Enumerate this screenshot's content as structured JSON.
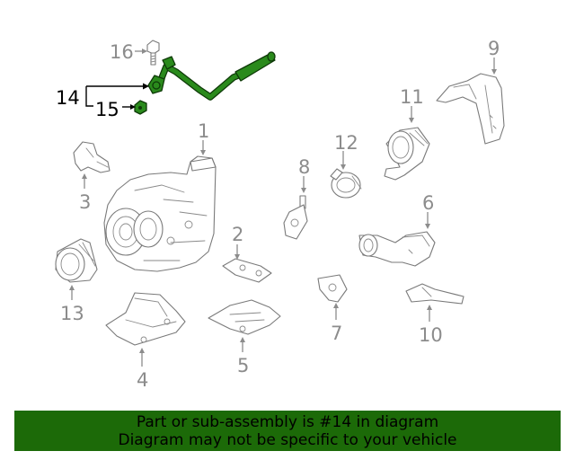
{
  "diagram": {
    "callouts": {
      "c1": "1",
      "c2": "2",
      "c3": "3",
      "c4": "4",
      "c5": "5",
      "c6": "6",
      "c7": "7",
      "c8": "8",
      "c9": "9",
      "c10": "10",
      "c11": "11",
      "c12": "12",
      "c13": "13",
      "c14": "14",
      "c15": "15",
      "c16": "16"
    },
    "highlight_color": "#2a8a1c",
    "highlighted_part": "14"
  },
  "banner": {
    "line1": "Part or sub-assembly is #14 in diagram",
    "line2": "Diagram may not be specific to your vehicle",
    "background": "#1c6a08"
  }
}
